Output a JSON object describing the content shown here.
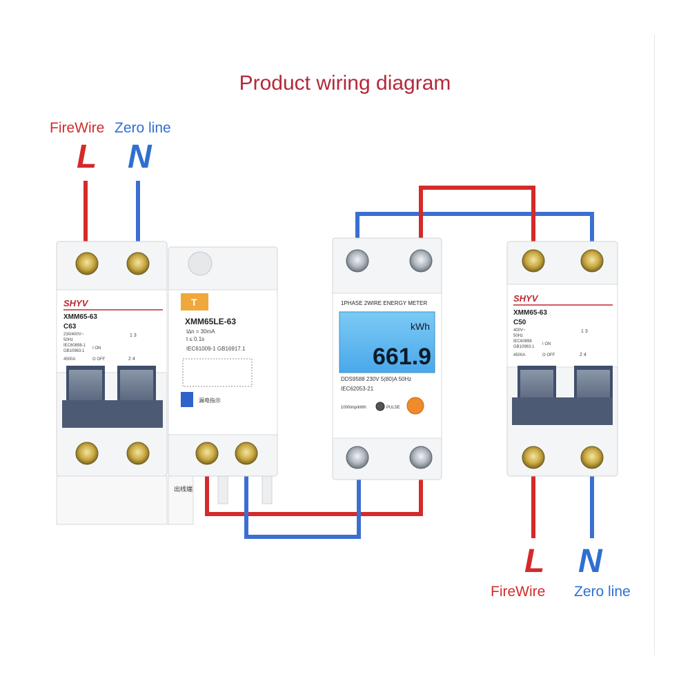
{
  "title": "Product wiring diagram",
  "input": {
    "live_label": "FireWire",
    "neutral_label": "Zero line",
    "live_letter": "L",
    "neutral_letter": "N"
  },
  "output": {
    "live_label": "FireWire",
    "neutral_label": "Zero line",
    "live_letter": "L",
    "neutral_letter": "N"
  },
  "colors": {
    "title": "#b3283a",
    "live_wire": "#d42a2a",
    "neutral_wire": "#3b6fd0",
    "display": "#5fb8f0",
    "button": "#f08a2a"
  },
  "breaker_left": {
    "brand": "SHYV",
    "model": "XMM65-63",
    "rating": "C63",
    "voltage": "230/400V~",
    "freq": "50Hz",
    "std1": "IEC60898-1",
    "std2": "GB10963.1",
    "capacity": "4500A",
    "on": "I ON",
    "off": "O OFF",
    "poles_top": "1 3",
    "poles_bottom": "2 4"
  },
  "rcd": {
    "badge": "T",
    "model": "XMM65LE-63",
    "idn": "I∆n = 30mA",
    "t": "t ≤ 0.1s",
    "std": "IEC61009-1 GB16917.1",
    "leak": "漏电指示",
    "outlet": "出线端"
  },
  "meter": {
    "header": "1PHASE 2WIRE ENERGY METER",
    "unit": "kWh",
    "reading": "661.9",
    "model_line": "DDS9588  230V  5(80)A  50Hz",
    "std": "IEC62053-21",
    "imp": "1000imp/kWh",
    "pulse": "PULSE"
  },
  "breaker_right": {
    "brand": "SHYV",
    "model": "XMM65-63",
    "rating": "C50",
    "voltage": "400V~",
    "freq": "50Hz",
    "std1": "IEC60898",
    "std2": "GB10963.1",
    "capacity": "4500A",
    "on": "I ON",
    "off": "O OFF",
    "poles_top": "1 3",
    "poles_bottom": "2 4"
  }
}
